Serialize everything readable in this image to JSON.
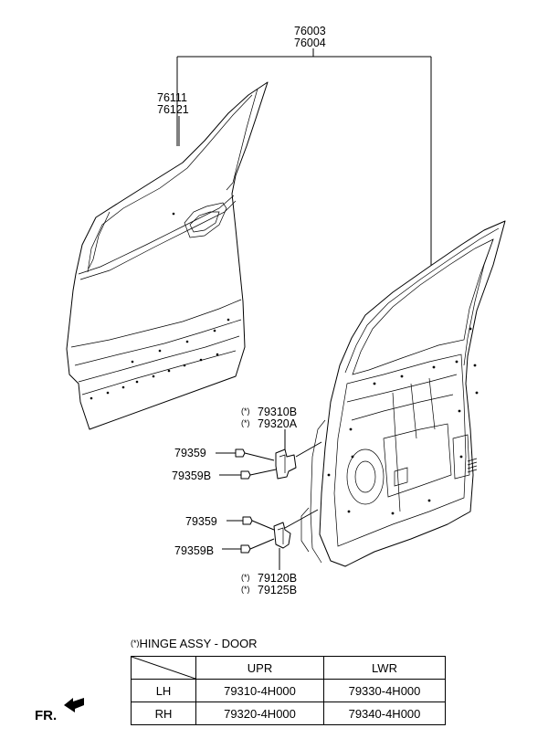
{
  "callouts": {
    "door_assy_upper": "76003",
    "door_assy_lower": "76004",
    "front_panel_upper": "76111",
    "front_panel_lower": "76121",
    "upper_hinge_a": "79310B",
    "upper_hinge_b": "79320A",
    "upper_bolt": "79359",
    "upper_bolt_b": "79359B",
    "lower_bolt": "79359",
    "lower_bolt_b": "79359B",
    "lower_hinge_a": "79120B",
    "lower_hinge_b": "79125B",
    "hinge_mark": "(*)"
  },
  "legend": {
    "mark": "(*)",
    "title": "HINGE ASSY - DOOR",
    "columns": [
      "",
      "UPR",
      "LWR"
    ],
    "rows": [
      [
        "LH",
        "79310-4H000",
        "79330-4H000"
      ],
      [
        "RH",
        "79320-4H000",
        "79340-4H000"
      ]
    ]
  },
  "direction": {
    "label": "FR."
  }
}
